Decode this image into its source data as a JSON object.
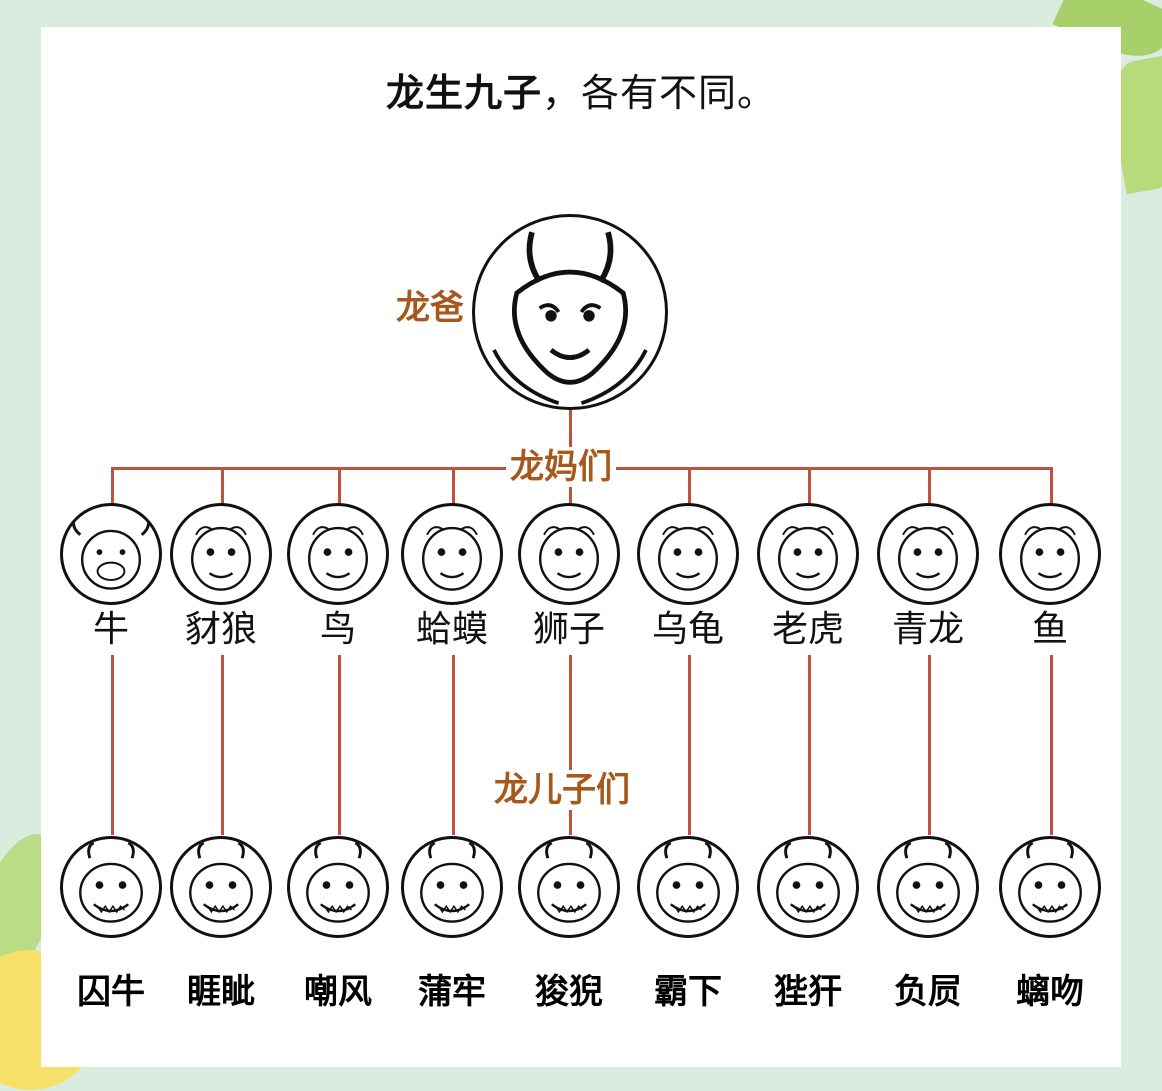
{
  "title": {
    "bold": "龙生九子",
    "rest": "，各有不同。"
  },
  "labels": {
    "father": "龙爸",
    "mothers": "龙妈们",
    "sons": "龙儿子们"
  },
  "mothers": [
    {
      "name": "牛",
      "icon": "ox-face-icon"
    },
    {
      "name": "豺狼",
      "icon": "wolf-face-icon"
    },
    {
      "name": "鸟",
      "icon": "bird-face-icon"
    },
    {
      "name": "蛤蟆",
      "icon": "toad-face-icon"
    },
    {
      "name": "狮子",
      "icon": "lion-face-icon"
    },
    {
      "name": "乌龟",
      "icon": "turtle-face-icon"
    },
    {
      "name": "老虎",
      "icon": "tiger-face-icon"
    },
    {
      "name": "青龙",
      "icon": "azure-dragon-face-icon"
    },
    {
      "name": "鱼",
      "icon": "fish-face-icon"
    }
  ],
  "sons": [
    {
      "name": "囚牛",
      "icon": "qiuniu-face-icon"
    },
    {
      "name": "睚眦",
      "icon": "yazi-face-icon"
    },
    {
      "name": "嘲风",
      "icon": "chaofeng-face-icon"
    },
    {
      "name": "蒲牢",
      "icon": "pulao-face-icon"
    },
    {
      "name": "狻猊",
      "icon": "suanni-face-icon"
    },
    {
      "name": "霸下",
      "icon": "baxia-face-icon"
    },
    {
      "name": "狴犴",
      "icon": "bian-face-icon"
    },
    {
      "name": "负屃",
      "icon": "fuxi-face-icon"
    },
    {
      "name": "螭吻",
      "icon": "chiwen-face-icon"
    }
  ],
  "colors": {
    "line": "#c0503f",
    "label": "#a8581c",
    "background": "#d9ecdf"
  }
}
